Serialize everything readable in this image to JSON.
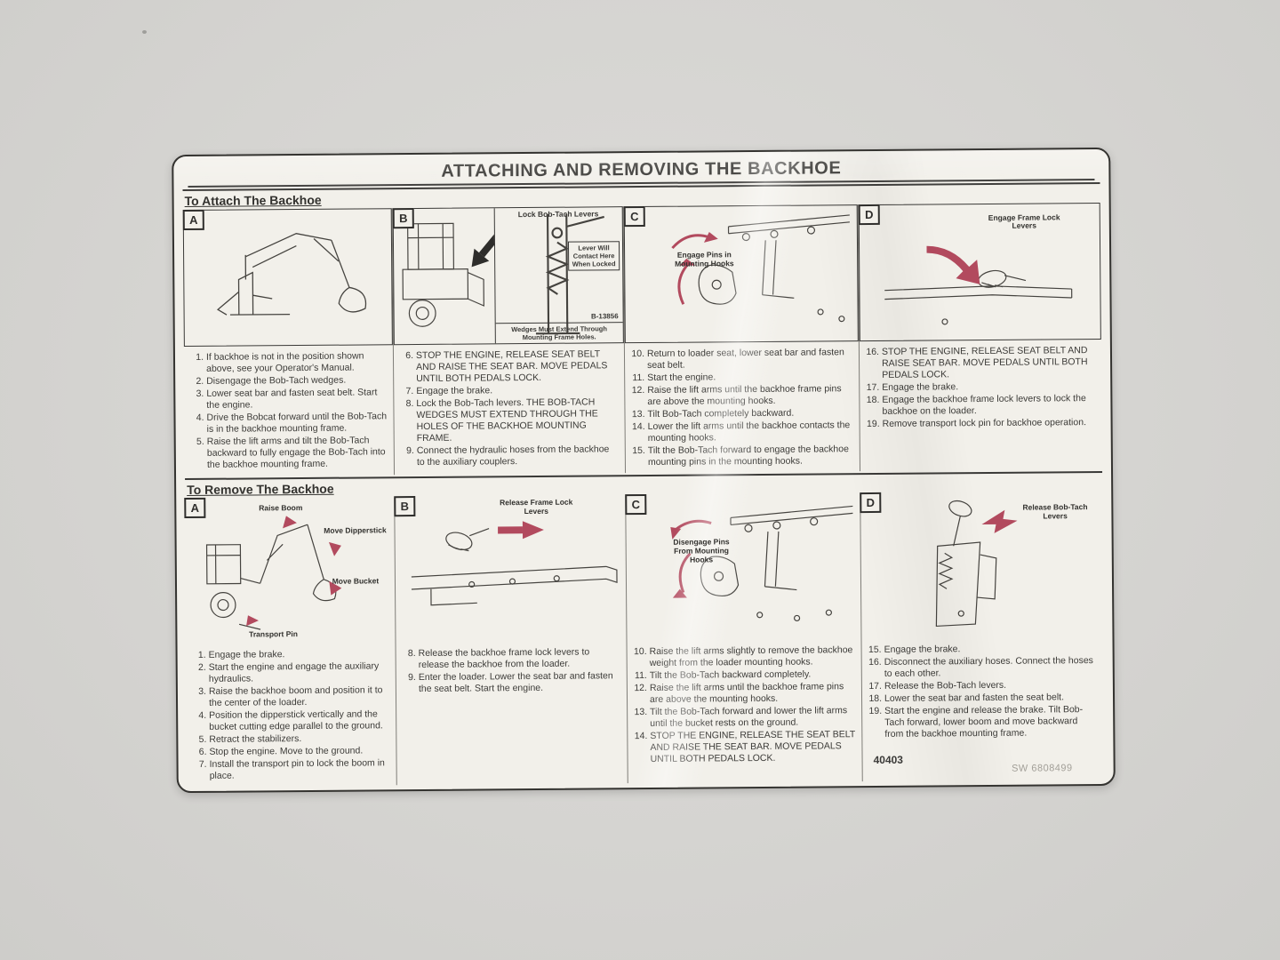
{
  "label": {
    "title": "ATTACHING AND REMOVING THE BACKHOE",
    "footer": {
      "part_number": "40403",
      "code": "SW 6808499"
    },
    "attach": {
      "heading": "To Attach The Backhoe",
      "panels": [
        {
          "letter": "A",
          "steps": [
            {
              "n": "1.",
              "t": "If backhoe is not in the position shown above, see your Operator's Manual."
            },
            {
              "n": "2.",
              "t": "Disengage the Bob-Tach wedges."
            },
            {
              "n": "3.",
              "t": "Lower seat bar and fasten seat belt. Start the engine."
            },
            {
              "n": "4.",
              "t": "Drive the Bobcat forward until the Bob-Tach is in the backhoe mounting frame."
            },
            {
              "n": "5.",
              "t": "Raise the lift arms and tilt the Bob-Tach backward to fully engage the Bob-Tach into the backhoe mounting frame."
            }
          ]
        },
        {
          "letter": "B",
          "annotations": {
            "lock_levers": "Lock Bob-Tach Levers",
            "lever_contact": "Lever Will Contact Here When Locked",
            "code": "B-13856",
            "wedges": "Wedges Must Extend Through Mounting Frame Holes."
          },
          "steps": [
            {
              "n": "6.",
              "t": "STOP THE ENGINE, RELEASE SEAT BELT AND RAISE THE SEAT BAR. MOVE PEDALS UNTIL BOTH PEDALS LOCK."
            },
            {
              "n": "7.",
              "t": "Engage the brake."
            },
            {
              "n": "8.",
              "t": "Lock the Bob-Tach levers. THE BOB-TACH WEDGES MUST EXTEND THROUGH THE HOLES OF THE BACKHOE MOUNTING FRAME."
            },
            {
              "n": "9.",
              "t": "Connect the hydraulic hoses from the backhoe to the auxiliary couplers."
            }
          ]
        },
        {
          "letter": "C",
          "annotations": {
            "engage_pins": "Engage Pins in Mounting Hooks"
          },
          "steps": [
            {
              "n": "10.",
              "t": "Return to loader seat, lower seat bar and fasten seat belt."
            },
            {
              "n": "11.",
              "t": "Start the engine."
            },
            {
              "n": "12.",
              "t": "Raise the lift arms until the backhoe frame pins are above the mounting hooks."
            },
            {
              "n": "13.",
              "t": "Tilt Bob-Tach completely backward."
            },
            {
              "n": "14.",
              "t": "Lower the lift arms until the backhoe contacts the mounting hooks."
            },
            {
              "n": "15.",
              "t": "Tilt the Bob-Tach forward to engage the backhoe mounting pins in the mounting hooks."
            }
          ]
        },
        {
          "letter": "D",
          "annotations": {
            "engage_frame": "Engage Frame Lock Levers"
          },
          "steps": [
            {
              "n": "16.",
              "t": "STOP THE ENGINE, RELEASE SEAT BELT AND RAISE SEAT BAR. MOVE PEDALS UNTIL BOTH PEDALS LOCK."
            },
            {
              "n": "17.",
              "t": "Engage the brake."
            },
            {
              "n": "18.",
              "t": "Engage the backhoe frame lock levers to lock the backhoe on the loader."
            },
            {
              "n": "19.",
              "t": "Remove transport lock pin for backhoe operation."
            }
          ]
        }
      ]
    },
    "remove": {
      "heading": "To Remove The Backhoe",
      "panels": [
        {
          "letter": "A",
          "annotations": {
            "raise_boom": "Raise Boom",
            "move_dipperstick": "Move Dipperstick",
            "move_bucket": "Move Bucket",
            "transport_pin": "Transport Pin"
          },
          "steps": [
            {
              "n": "1.",
              "t": "Engage the brake."
            },
            {
              "n": "2.",
              "t": "Start the engine and engage the auxiliary hydraulics."
            },
            {
              "n": "3.",
              "t": "Raise the backhoe boom and position it to the center of the loader."
            },
            {
              "n": "4.",
              "t": "Position the dipperstick vertically and the bucket cutting edge parallel to the ground."
            },
            {
              "n": "5.",
              "t": "Retract the stabilizers."
            },
            {
              "n": "6.",
              "t": "Stop the engine. Move to the ground."
            },
            {
              "n": "7.",
              "t": "Install the transport pin to lock the boom in place."
            }
          ]
        },
        {
          "letter": "B",
          "annotations": {
            "release_frame": "Release Frame Lock Levers"
          },
          "steps": [
            {
              "n": "8.",
              "t": "Release the backhoe frame lock levers to release the backhoe from the loader."
            },
            {
              "n": "9.",
              "t": "Enter the loader. Lower the seat bar and fasten the seat belt. Start the engine."
            }
          ]
        },
        {
          "letter": "C",
          "annotations": {
            "disengage_pins": "Disengage Pins From Mounting Hooks"
          },
          "steps": [
            {
              "n": "10.",
              "t": "Raise the lift arms slightly to remove the backhoe weight from the loader mounting hooks."
            },
            {
              "n": "11.",
              "t": "Tilt the Bob-Tach backward completely."
            },
            {
              "n": "12.",
              "t": "Raise the lift arms until the backhoe frame pins are above the mounting hooks."
            },
            {
              "n": "13.",
              "t": "Tilt the Bob-Tach forward and lower the lift arms until the bucket rests on the ground."
            },
            {
              "n": "14.",
              "t": "STOP THE ENGINE, RELEASE THE SEAT BELT AND RAISE THE SEAT BAR. MOVE PEDALS UNTIL BOTH PEDALS LOCK."
            }
          ]
        },
        {
          "letter": "D",
          "annotations": {
            "release_bobtach": "Release Bob-Tach Levers"
          },
          "steps": [
            {
              "n": "15.",
              "t": "Engage the brake."
            },
            {
              "n": "16.",
              "t": "Disconnect the auxiliary hoses. Connect the hoses to each other."
            },
            {
              "n": "17.",
              "t": "Release the Bob-Tach levers."
            },
            {
              "n": "18.",
              "t": "Lower the seat bar and fasten the seat belt."
            },
            {
              "n": "19.",
              "t": "Start the engine and release the brake. Tilt Bob-Tach forward, lower boom and move backward from the backhoe mounting frame."
            }
          ]
        }
      ]
    }
  }
}
